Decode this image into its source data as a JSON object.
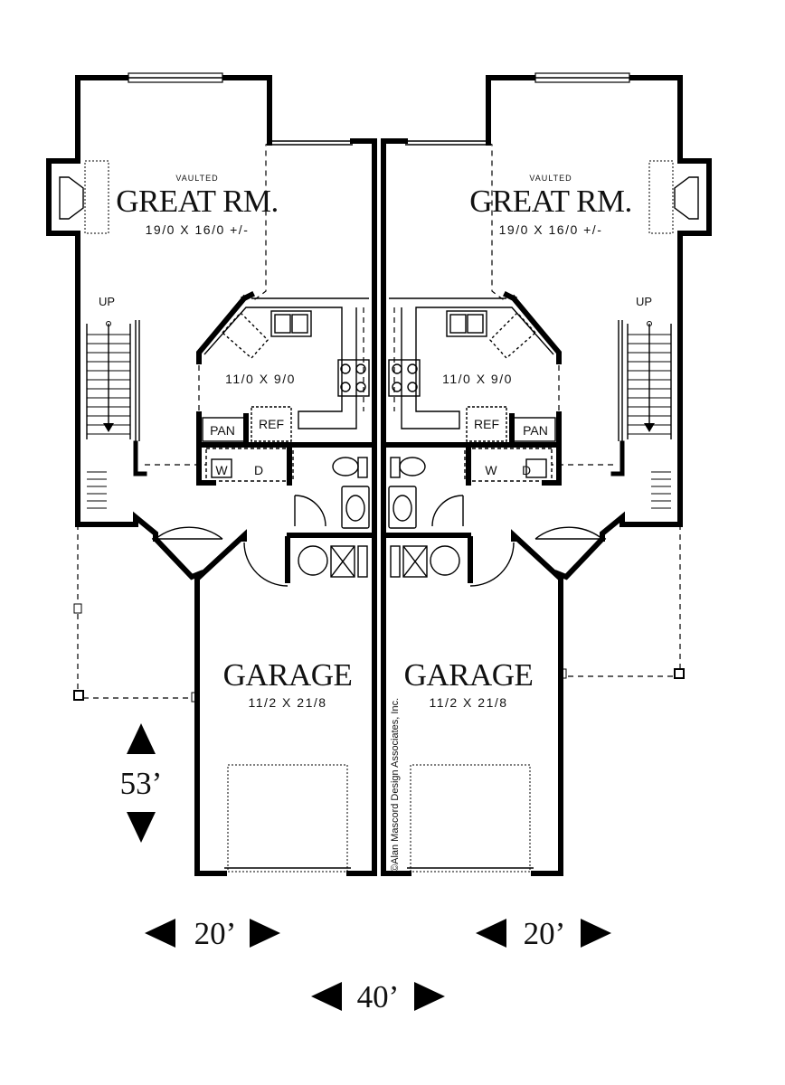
{
  "plan": {
    "units": [
      {
        "great_room": {
          "note": "VAULTED",
          "name": "GREAT RM.",
          "dims": "19/0 X 16/0 +/-"
        },
        "kitchen_dims": "11/0 X 9/0",
        "stair_label": "UP",
        "pantry": "PAN",
        "fridge": "REF",
        "washer": "W",
        "dryer": "D",
        "garage": {
          "name": "GARAGE",
          "dims": "11/2 X 21/8"
        }
      },
      {
        "great_room": {
          "note": "VAULTED",
          "name": "GREAT RM.",
          "dims": "19/0 X 16/0 +/-"
        },
        "kitchen_dims": "11/0 X 9/0",
        "stair_label": "UP",
        "pantry": "PAN",
        "fridge": "REF",
        "washer": "W",
        "dryer": "D",
        "garage": {
          "name": "GARAGE",
          "dims": "11/2 X 21/8"
        }
      }
    ],
    "copyright": "©Alan Mascord Design Associates, Inc."
  },
  "dimensions": {
    "depth": "53’",
    "unit_width_left": "20’",
    "unit_width_right": "20’",
    "total_width": "40’"
  },
  "icons": [
    "arrow-up-icon",
    "arrow-down-icon",
    "arrow-left-icon",
    "arrow-right-icon"
  ]
}
